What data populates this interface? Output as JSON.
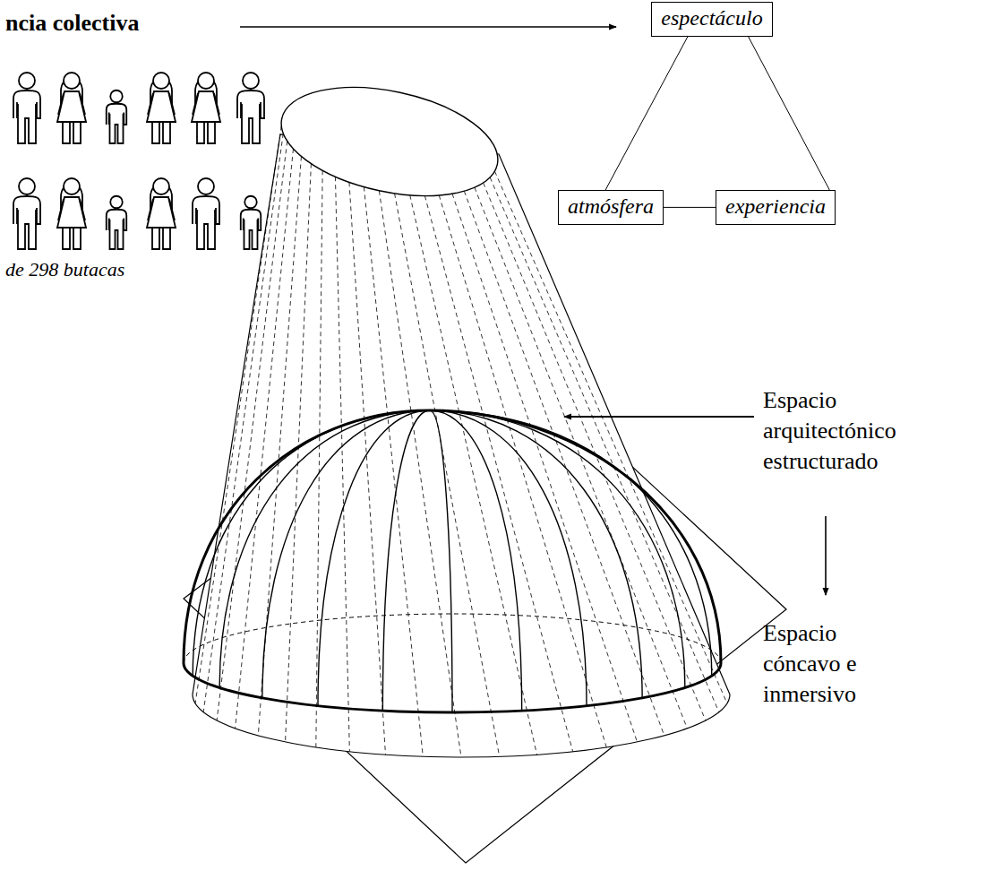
{
  "diagram": {
    "nodes": [
      {
        "text": [
          "espectáculo"
        ]
      },
      {
        "text": [
          "atmósfera"
        ]
      },
      {
        "text": [
          "experiencia"
        ]
      }
    ],
    "edges": [
      {
        "from": 0,
        "to": 1,
        "arrow": "none"
      },
      {
        "from": 0,
        "to": 2,
        "arrow": "none"
      },
      {
        "from": 1,
        "to": 2,
        "arrow": "none"
      }
    ],
    "labels": [
      "ncia colectiva",
      "de 298 butacas",
      "Espacio arquitectónico estructurado",
      "Espacio cóncavo e inmersivo"
    ]
  }
}
